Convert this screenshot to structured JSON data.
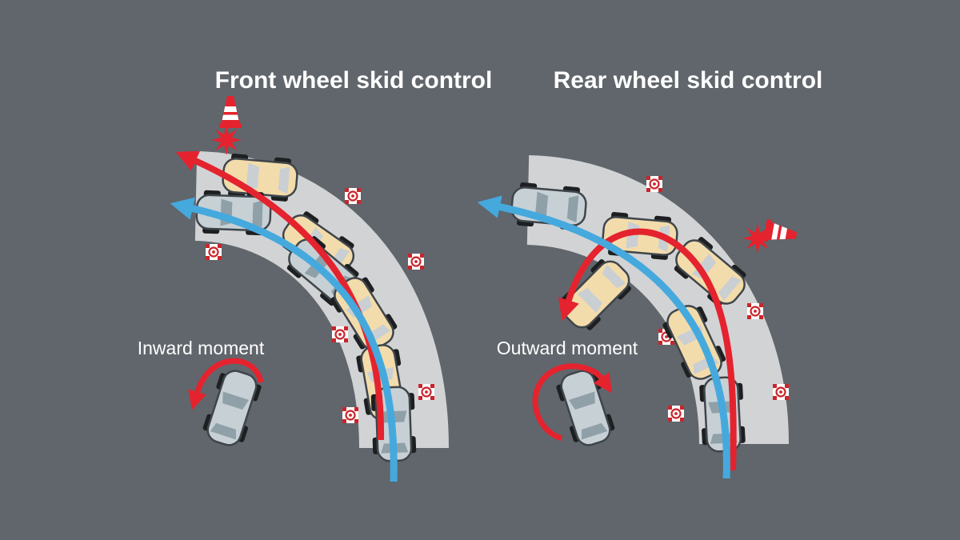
{
  "diagram": {
    "background_color": "#60666c",
    "road_color": "#d2d3d5",
    "skid_path_color": "#e4232e",
    "controlled_path_color": "#45a9dd",
    "skid_car_color": "#f3dcab",
    "controlled_car_color": "#c6d0d5",
    "panels": [
      {
        "title": "Front wheel skid control",
        "moment_label": "Inward moment"
      },
      {
        "title": "Rear wheel skid control",
        "moment_label": "Outward moment"
      }
    ],
    "icons": {
      "cone": "traffic-cone-icon",
      "impact": "impact-star-icon",
      "sensor": "wheel-sensor-icon",
      "car": "car-top-view"
    }
  }
}
